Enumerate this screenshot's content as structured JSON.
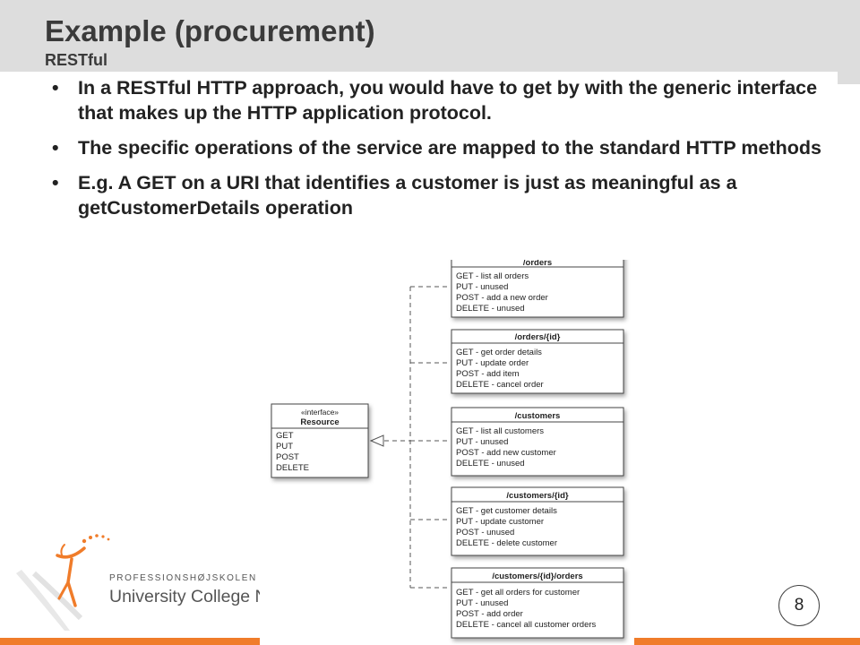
{
  "slide": {
    "title": "Example (procurement)",
    "subtitle": "RESTful",
    "page_number": "8"
  },
  "bullets": [
    "In a RESTful HTTP approach, you would have to get by with the generic interface that makes up the HTTP application protocol.",
    "The specific operations of the service are mapped to the standard HTTP methods",
    "E.g. A GET on a URI that identifies a customer is just as meaningful as a getCustomerDetails operation"
  ],
  "bullet_symbol": "•",
  "diagram": {
    "interface": {
      "stereotype": "«interface»",
      "name": "Resource",
      "methods": [
        "GET",
        "PUT",
        "POST",
        "DELETE"
      ]
    },
    "resources": [
      {
        "name": "/orders",
        "ops": [
          "GET - list all orders",
          "PUT - unused",
          "POST - add a new order",
          "DELETE -  unused"
        ]
      },
      {
        "name": "/orders/{id}",
        "ops": [
          "GET - get order details",
          "PUT - update order",
          "POST - add item",
          "DELETE - cancel order"
        ]
      },
      {
        "name": "/customers",
        "ops": [
          "GET - list all customers",
          "PUT - unused",
          "POST - add new customer",
          "DELETE - unused"
        ]
      },
      {
        "name": "/customers/{id}",
        "ops": [
          "GET - get customer details",
          "PUT - update customer",
          "POST - unused",
          "DELETE - delete customer"
        ]
      },
      {
        "name": "/customers/{id}/orders",
        "ops": [
          "GET - get all orders for customer",
          "PUT - unused",
          "POST - add order",
          "DELETE - cancel all customer orders"
        ]
      }
    ]
  },
  "logo": {
    "line1": "PROFESSIONSHØJSKOLEN",
    "line2": "University College Nordjylland"
  },
  "colors": {
    "accent": "#f07c2a",
    "header_band": "#dddddd",
    "logo_orange": "#f07c2a"
  }
}
